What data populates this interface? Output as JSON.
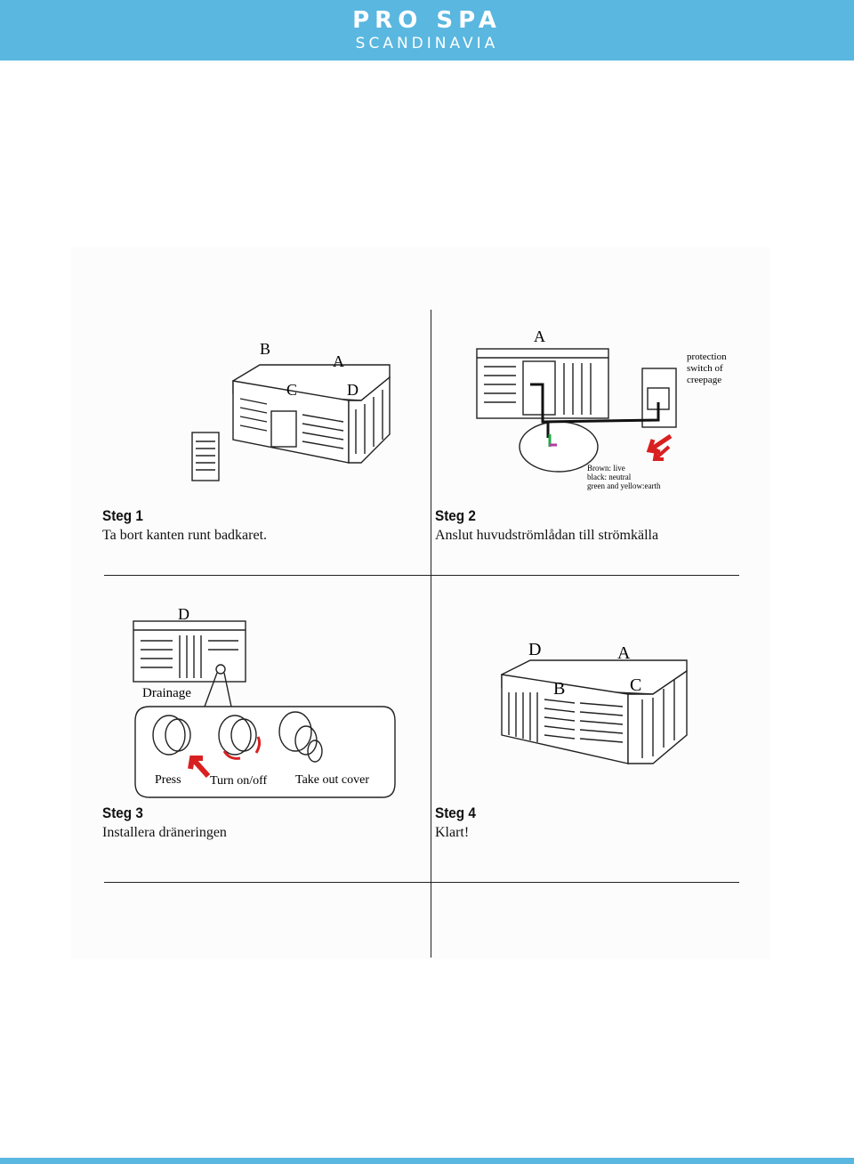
{
  "header": {
    "logo_line1": "PRO SPA",
    "logo_line2": "SCANDINAVIA",
    "bar_color": "#59b7e0"
  },
  "steps": [
    {
      "title": "Steg 1",
      "description": "Ta bort kanten runt badkaret.",
      "labels": {
        "a": "A",
        "b": "B",
        "c": "C",
        "d": "D"
      }
    },
    {
      "title": "Steg 2",
      "description": "Anslut huvudströmlådan till strömkälla",
      "labels": {
        "a": "A",
        "protection1": "protection",
        "protection2": "switch of",
        "protection3": "creepage",
        "wire_brown": "Brown: live",
        "wire_black": "black: neutral",
        "wire_green": "green and  yellow:earth"
      }
    },
    {
      "title": "Steg 3",
      "description": "Installera dräneringen",
      "labels": {
        "d": "D",
        "drainage": "Drainage",
        "press": "Press",
        "turn": "Turn on/off",
        "takeout": "Take out cover"
      }
    },
    {
      "title": "Steg 4",
      "description": "Klart!",
      "labels": {
        "a": "A",
        "b": "B",
        "c": "C",
        "d": "D"
      }
    }
  ],
  "colors": {
    "arrow_red": "#d92020",
    "wire_green": "#22aa44",
    "wire_purple": "#b040a0"
  }
}
